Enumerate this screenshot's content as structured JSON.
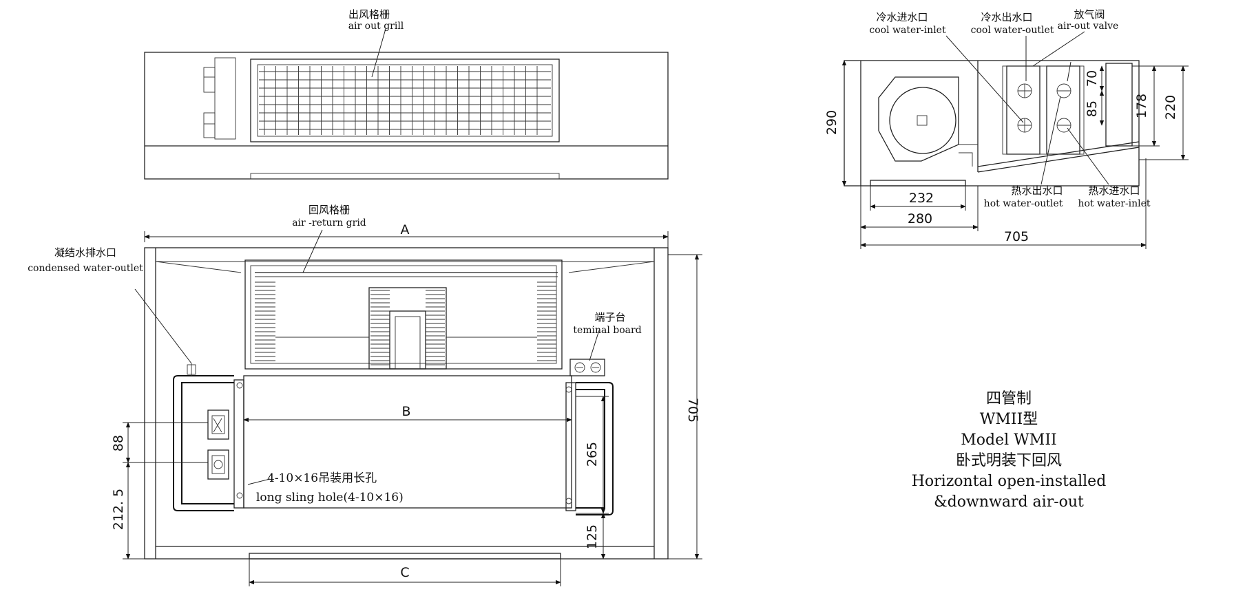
{
  "top_view": {
    "air_out_grill_cn": "出风格栅",
    "air_out_grill_en": "air out grill"
  },
  "front_view": {
    "air_return_grid_cn": "回风格栅",
    "air_return_grid_en": "air -return grid",
    "condensed_cn": "凝结水排水口",
    "condensed_en": "condensed water-outlet",
    "terminal_cn": "端子台",
    "terminal_en": "teminal board",
    "sling_cn": "4-10×16吊装用长孔",
    "sling_en": "long sling hole(4-10×16)",
    "dim_A": "A",
    "dim_B": "B",
    "dim_C": "C",
    "dim_705": "705",
    "dim_265": "265",
    "dim_125": "125",
    "dim_88": "88",
    "dim_212_5": "212. 5"
  },
  "side_view": {
    "cool_in_cn": "冷水进水口",
    "cool_in_en": "cool water-inlet",
    "cool_out_cn": "冷水出水口",
    "cool_out_en": "cool water-outlet",
    "air_valve_cn": "放气阀",
    "air_valve_en": "air-out valve",
    "hot_out_cn": "热水出水口",
    "hot_out_en": "hot water-outlet",
    "hot_in_cn": "热水进水口",
    "hot_in_en": "hot water-inlet",
    "dim_290": "290",
    "dim_70": "70",
    "dim_85": "85",
    "dim_178": "178",
    "dim_220": "220",
    "dim_232": "232",
    "dim_280": "280",
    "dim_705": "705"
  },
  "title_block": {
    "line1": "四管制",
    "line2": "WMII型",
    "line3": "Model WMII",
    "line4": "卧式明装下回风",
    "line5": "Horizontal open-installed",
    "line6": "&downward air-out"
  }
}
